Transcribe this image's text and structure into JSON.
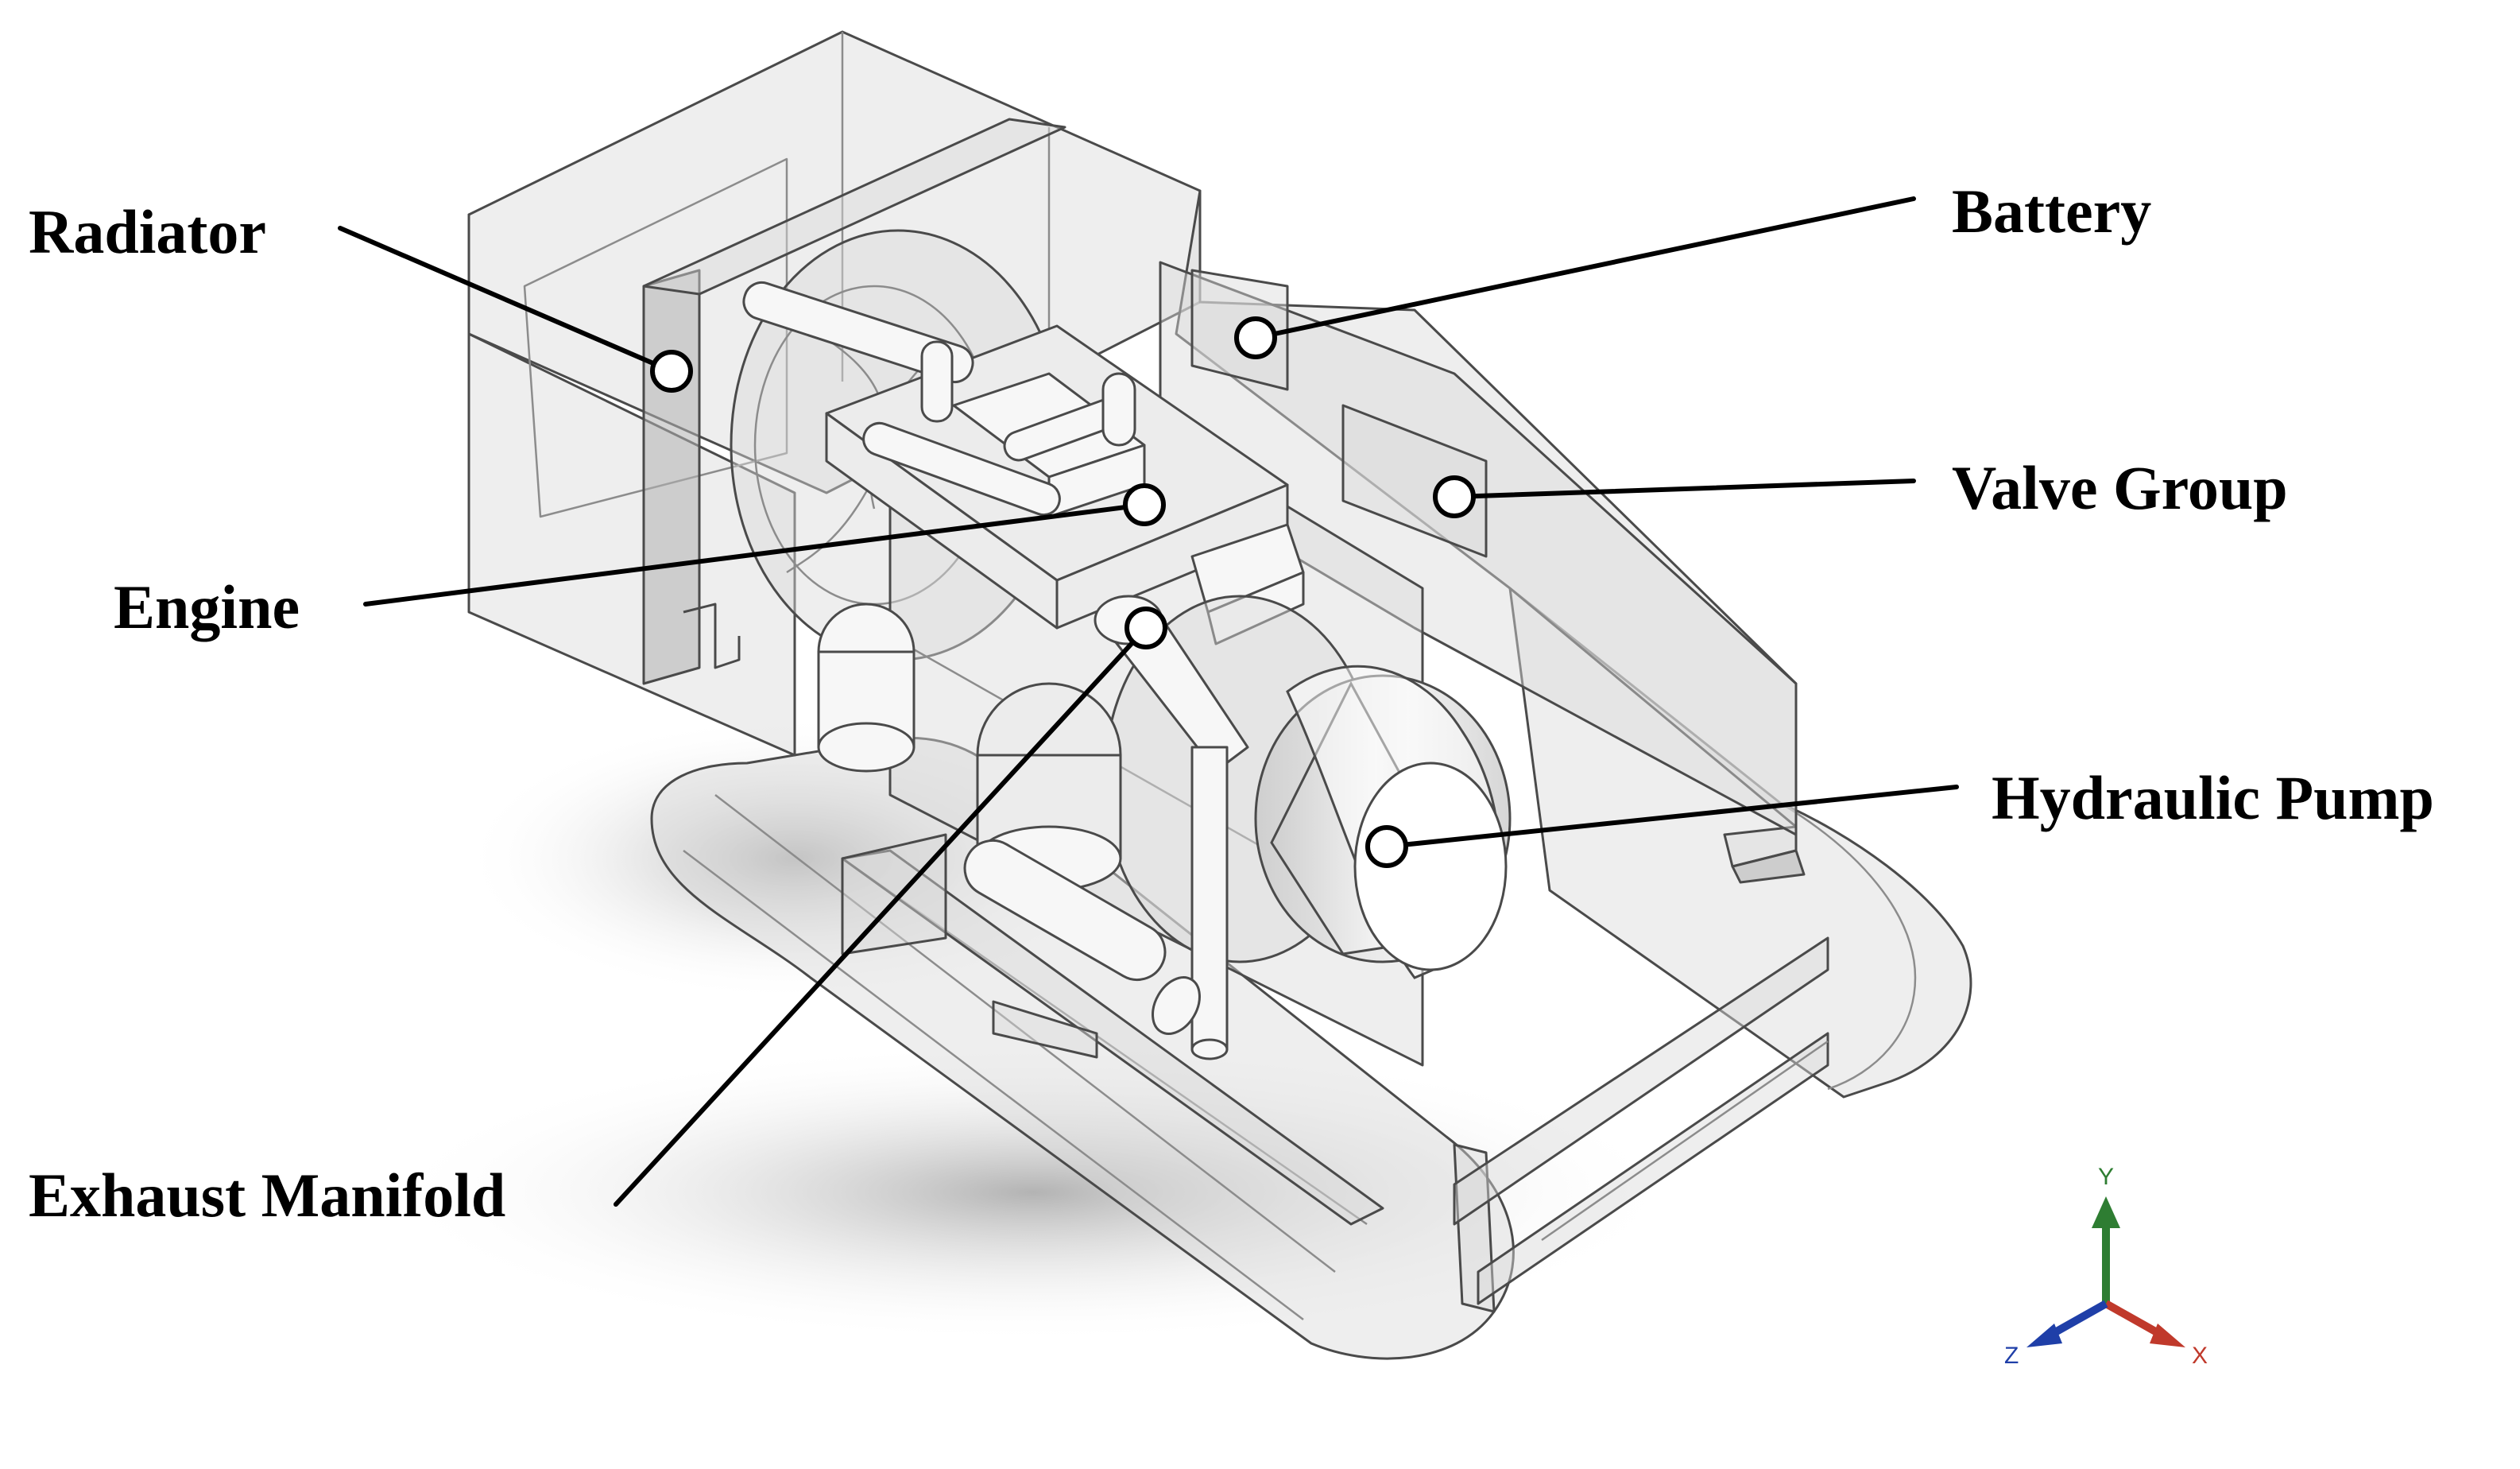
{
  "labels": {
    "radiator": "Radiator",
    "battery": "Battery",
    "valve_group": "Valve Group",
    "engine": "Engine",
    "hydraulic_pump": "Hydraulic Pump",
    "exhaust_manifold": "Exhaust Manifold"
  },
  "axes": {
    "x": "X",
    "y": "Y",
    "z": "Z",
    "colors": {
      "x": "#c0392b",
      "y": "#2e7d32",
      "z": "#1f3fa8"
    }
  }
}
